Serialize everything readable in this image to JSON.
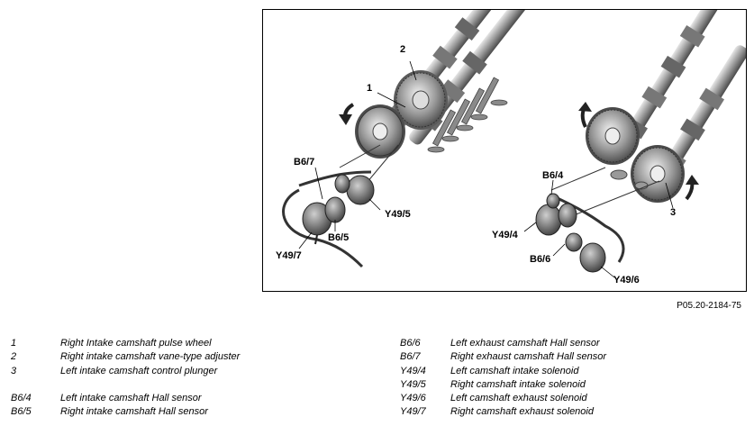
{
  "figure": {
    "labels": {
      "l1": "1",
      "l2": "2",
      "l3": "3",
      "b67": "B6/7",
      "b65": "B6/5",
      "y495": "Y49/5",
      "y497": "Y49/7",
      "b64": "B6/4",
      "y494": "Y49/4",
      "b66": "B6/6",
      "y496": "Y49/6"
    },
    "reference": "P05.20-2184-75"
  },
  "legend_left": [
    {
      "key": "1",
      "text": "Right Intake camshaft pulse wheel"
    },
    {
      "key": "2",
      "text": "Right intake camshaft vane-type adjuster"
    },
    {
      "key": "3",
      "text": "Left intake camshaft control plunger"
    },
    {
      "key": "B6/4",
      "text": "Left intake camshaft Hall sensor"
    },
    {
      "key": "B6/5",
      "text": "Right intake camshaft Hall sensor"
    }
  ],
  "legend_right": [
    {
      "key": "B6/6",
      "text": "Left exhaust camshaft Hall sensor"
    },
    {
      "key": "B6/7",
      "text": "Right exhaust camshaft Hall sensor"
    },
    {
      "key": "Y49/4",
      "text": "Left camshaft intake solenoid"
    },
    {
      "key": "Y49/5",
      "text": "Right camshaft intake solenoid"
    },
    {
      "key": "Y49/6",
      "text": "Left camshaft exhaust solenoid"
    },
    {
      "key": "Y49/7",
      "text": "Right camshaft exhaust solenoid"
    }
  ]
}
